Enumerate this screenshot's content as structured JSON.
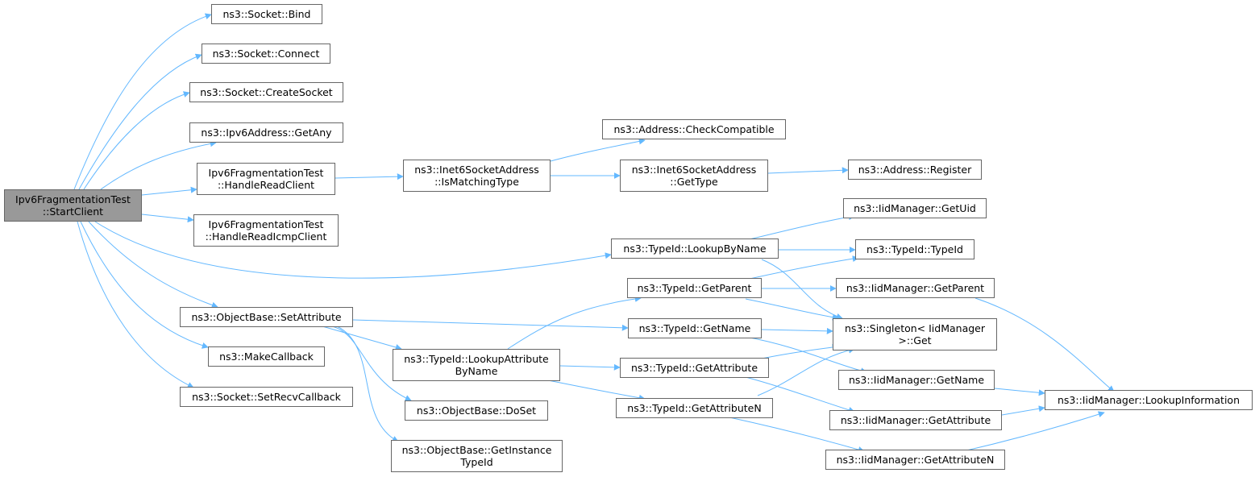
{
  "colors": {
    "edge": "#63b8ff",
    "node_border": "#666666",
    "root_fill": "#999999",
    "node_fill": "#ffffff"
  },
  "nodes": {
    "root": [
      "Ipv6FragmentationTest",
      "::StartClient"
    ],
    "socket_bind": [
      "ns3::Socket::Bind"
    ],
    "socket_connect": [
      "ns3::Socket::Connect"
    ],
    "socket_createsocket": [
      "ns3::Socket::CreateSocket"
    ],
    "ipv6address_getany": [
      "ns3::Ipv6Address::GetAny"
    ],
    "handlereadclient": [
      "Ipv6FragmentationTest",
      "::HandleReadClient"
    ],
    "handlereadicmpclient": [
      "Ipv6FragmentationTest",
      "::HandleReadIcmpClient"
    ],
    "objectbase_setattribute": [
      "ns3::ObjectBase::SetAttribute"
    ],
    "makecallback": [
      "ns3::MakeCallback"
    ],
    "socket_setrecvcallback": [
      "ns3::Socket::SetRecvCallback"
    ],
    "inet6_ismatchingtype": [
      "ns3::Inet6SocketAddress",
      "::IsMatchingType"
    ],
    "typeid_lookupattributebyname": [
      "ns3::TypeId::LookupAttribute",
      "ByName"
    ],
    "objectbase_doset": [
      "ns3::ObjectBase::DoSet"
    ],
    "objectbase_getinstancetypeid": [
      "ns3::ObjectBase::GetInstance",
      "TypeId"
    ],
    "address_checkcompatible": [
      "ns3::Address::CheckCompatible"
    ],
    "inet6_gettype": [
      "ns3::Inet6SocketAddress",
      "::GetType"
    ],
    "typeid_lookupbyname": [
      "ns3::TypeId::LookupByName"
    ],
    "typeid_getparent": [
      "ns3::TypeId::GetParent"
    ],
    "typeid_getname": [
      "ns3::TypeId::GetName"
    ],
    "typeid_getattribute": [
      "ns3::TypeId::GetAttribute"
    ],
    "typeid_getattributen": [
      "ns3::TypeId::GetAttributeN"
    ],
    "address_register": [
      "ns3::Address::Register"
    ],
    "iidmanager_getuid": [
      "ns3::IidManager::GetUid"
    ],
    "typeid_typeid": [
      "ns3::TypeId::TypeId"
    ],
    "iidmanager_getparent": [
      "ns3::IidManager::GetParent"
    ],
    "singleton_get": [
      "ns3::Singleton< IidManager",
      ">::Get"
    ],
    "iidmanager_getname": [
      "ns3::IidManager::GetName"
    ],
    "iidmanager_getattribute": [
      "ns3::IidManager::GetAttribute"
    ],
    "iidmanager_getattributen": [
      "ns3::IidManager::GetAttributeN"
    ],
    "iidmanager_lookupinformation": [
      "ns3::IidManager::LookupInformation"
    ]
  }
}
